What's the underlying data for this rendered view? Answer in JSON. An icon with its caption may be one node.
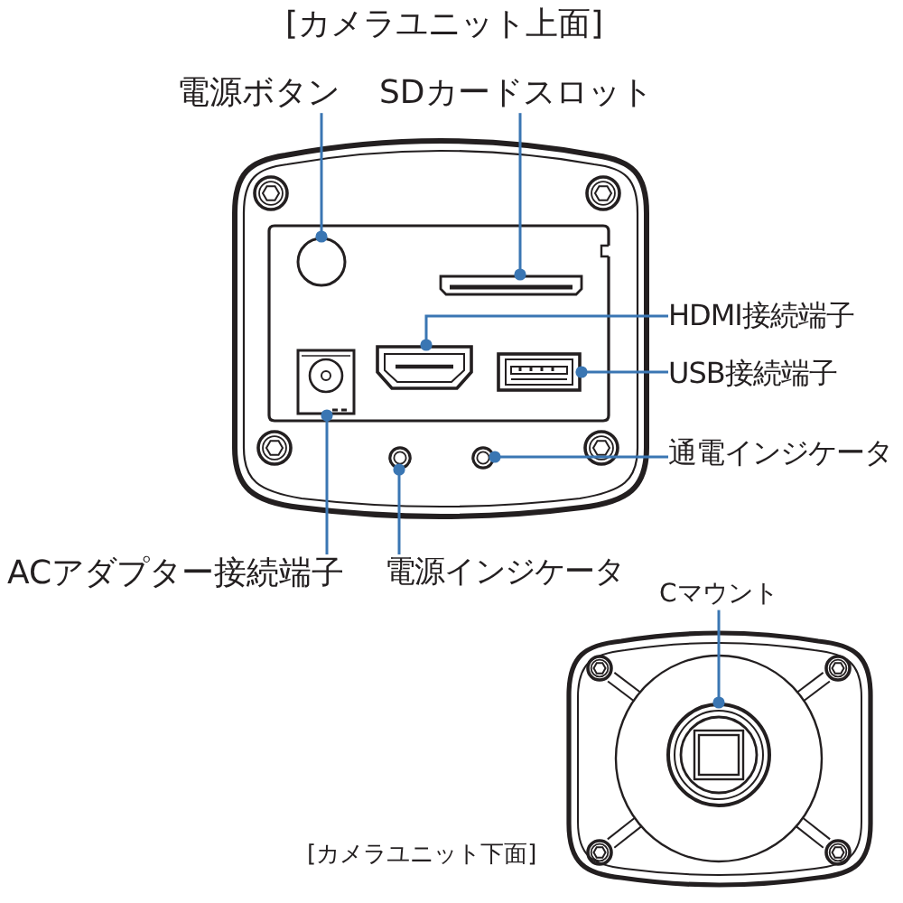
{
  "diagram": {
    "title": "[カメラユニット上面]",
    "nodes": [
      {
        "text": [
          "電源ボタン"
        ]
      },
      {
        "text": [
          "SDカードスロット"
        ]
      },
      {
        "text": [
          "HDMI接続端子"
        ]
      },
      {
        "text": [
          "USB接続端子"
        ]
      },
      {
        "text": [
          "通電インジケータ"
        ]
      },
      {
        "text": [
          "ACアダプター接続端子"
        ]
      },
      {
        "text": [
          "電源インジケータ"
        ]
      },
      {
        "text": [
          "Cマウント"
        ]
      },
      {
        "text": [],
        "shape": "circle"
      },
      {
        "text": [],
        "shape": "slot"
      },
      {
        "text": [],
        "shape": "port"
      },
      {
        "text": [],
        "shape": "port"
      },
      {
        "text": [],
        "shape": "circle"
      },
      {
        "text": [],
        "shape": "jack"
      },
      {
        "text": [],
        "shape": "circle"
      },
      {
        "text": [],
        "shape": "circle"
      }
    ],
    "edges": [
      {
        "from": 0,
        "to": 8,
        "arrow": "other"
      },
      {
        "from": 1,
        "to": 9,
        "arrow": "other"
      },
      {
        "from": 2,
        "to": 10,
        "arrow": "other"
      },
      {
        "from": 3,
        "to": 11,
        "arrow": "other"
      },
      {
        "from": 4,
        "to": 12,
        "arrow": "other"
      },
      {
        "from": 5,
        "to": 13,
        "arrow": "other"
      },
      {
        "from": 6,
        "to": 14,
        "arrow": "other"
      },
      {
        "from": 7,
        "to": 15,
        "arrow": "other"
      }
    ],
    "labels": [
      "[カメラユニット下面]"
    ]
  }
}
